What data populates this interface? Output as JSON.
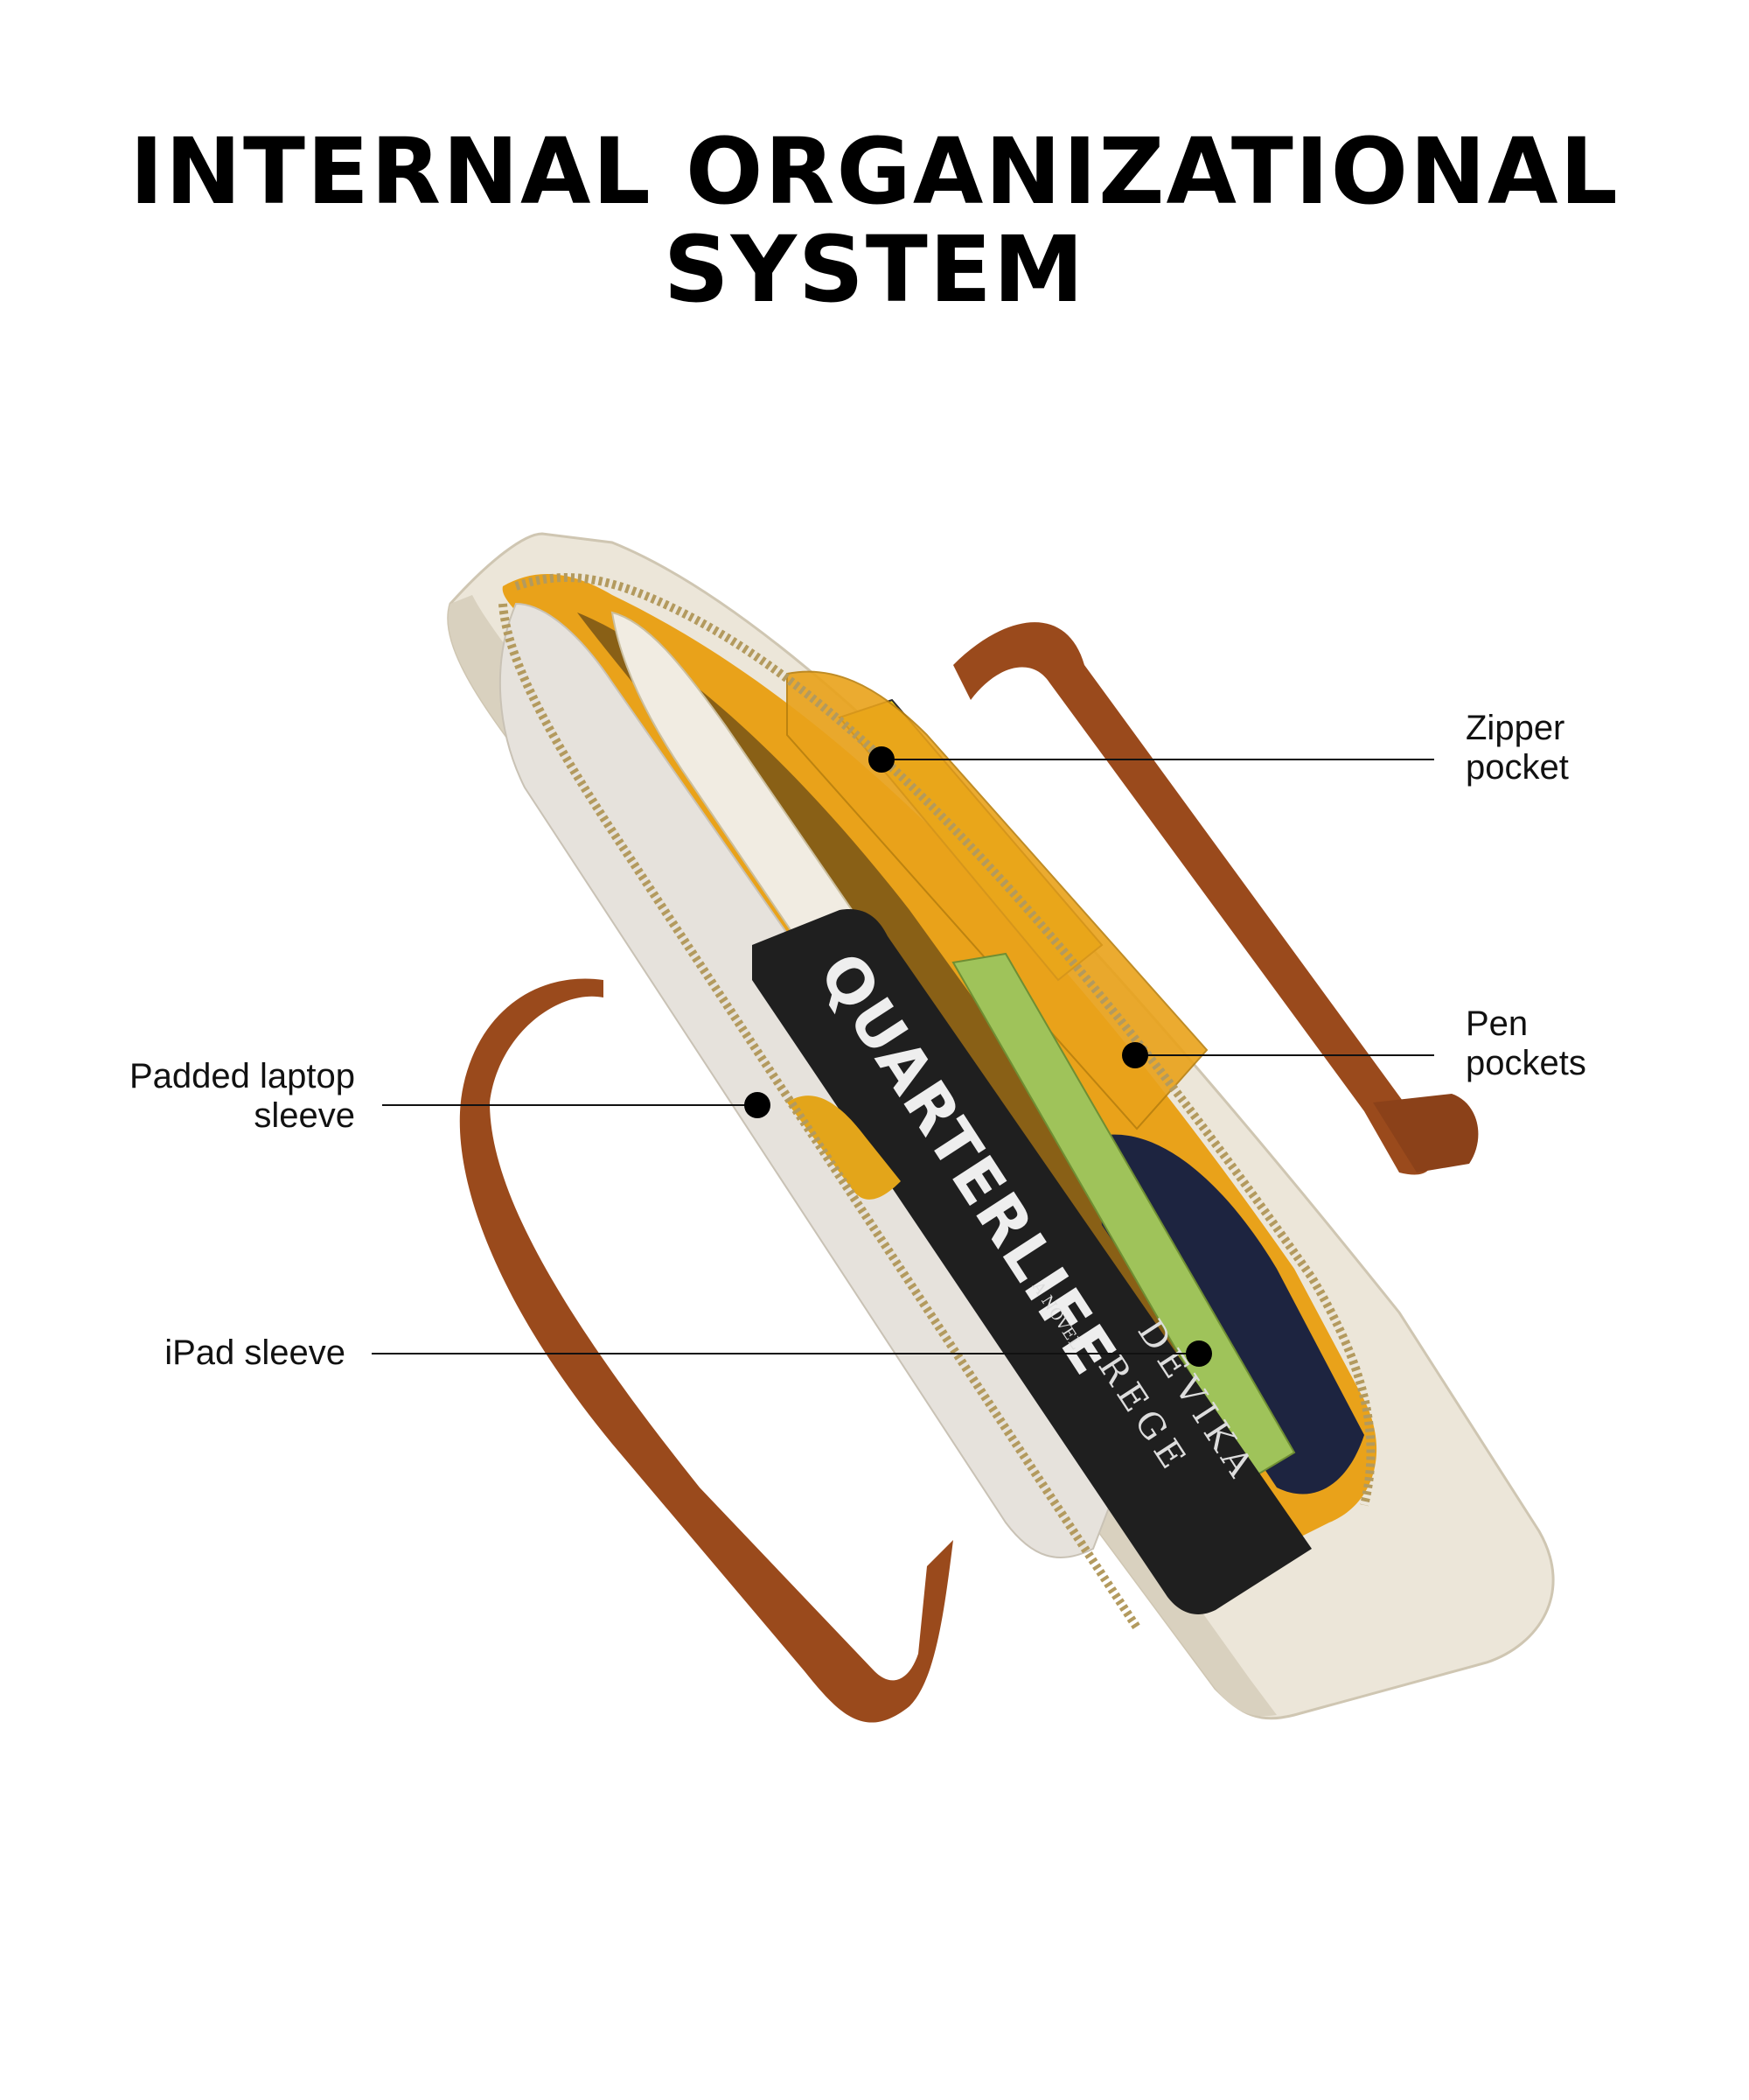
{
  "title": {
    "line1": "INTERNAL ORGANIZATIONAL",
    "line2": "SYSTEM"
  },
  "callouts": [
    {
      "lines": [
        "Zipper",
        "pocket"
      ]
    },
    {
      "lines": [
        "Pen",
        "pockets"
      ]
    },
    {
      "lines": [
        "Padded laptop",
        "sleeve"
      ]
    },
    {
      "lines": [
        "iPad sleeve"
      ]
    }
  ],
  "book": {
    "title": "QUARTERLIFE",
    "subtitle": "A NOVEL",
    "author_first": "DEVIKA",
    "author_last": "REGE"
  },
  "colors": {
    "bag_body": "#ece6d9",
    "bag_shadow": "#d9d1bf",
    "strap": "#9a4a1c",
    "lining": "#e9a21a",
    "book": "#1f1f1f",
    "zipper": "#b39a5e"
  }
}
